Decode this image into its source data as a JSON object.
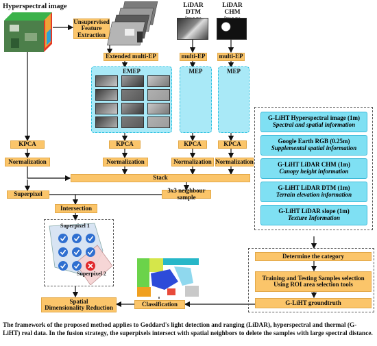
{
  "inputs": {
    "hyperspectral": "Hyperspectral image",
    "lidar_dtm": "LiDAR DTM\nimage",
    "lidar_chm": "LiDAR CHM\nimage"
  },
  "steps": {
    "feature_extraction": "Unsupervised\nFeature\nExtraction",
    "extended_multi_ep": "Extended multi-EP",
    "multi_ep_dtm": "multi-EP",
    "multi_ep_chm": "multi-EP",
    "emep": "EMEP",
    "mep_dtm": "MEP",
    "mep_chm": "MEP",
    "kpca": "KPCA",
    "normalization": "Normalization",
    "stack": "Stack",
    "superpixel": "Superpixel",
    "neighbour_sample": "3x3 neighbour sample",
    "intersection": "Intersection",
    "superpixel_1": "Superpixel 1",
    "superpixel_2": "Superpixel 2",
    "spatial_dim_reduction": "Spatial\nDimensionality Reduction",
    "classification": "Classification"
  },
  "data_sources": [
    {
      "title": "G-LiHT Hyperspectral image (1m)",
      "subtitle": "Spectral and spatial information"
    },
    {
      "title": "Google Earth RGB (0.25m)",
      "subtitle": "Supplemental spatial information"
    },
    {
      "title": "G-LiHT LiDAR CHM (1m)",
      "subtitle": "Canopy height information"
    },
    {
      "title": "G-LiHT LiDAR DTM (1m)",
      "subtitle": "Terrain elevation information"
    },
    {
      "title": "G-LiHT LiDAR slope (1m)",
      "subtitle": "Texture Information"
    }
  ],
  "right_steps": {
    "determine": "Determine the category",
    "training": "Training and Testing Samples selection\nUsing ROI area selection tools",
    "groundtruth": "G-LiHT groundtruth"
  },
  "caption": "The framework of the proposed method applies to Goddard's light detection and ranging (LiDAR), hyperspectral and thermal (G-LiHT) real data. In the fusion strategy, the superpixels intersect with spatial neighbors to delete the samples with large spectral distance.",
  "colors": {
    "box_fill": "#fbc56a",
    "cyan_panel": "#a9e9f7",
    "cyan_box": "#7fe0f3",
    "sample_blue": "#2f6fd0",
    "sample_red": "#e0272b"
  }
}
